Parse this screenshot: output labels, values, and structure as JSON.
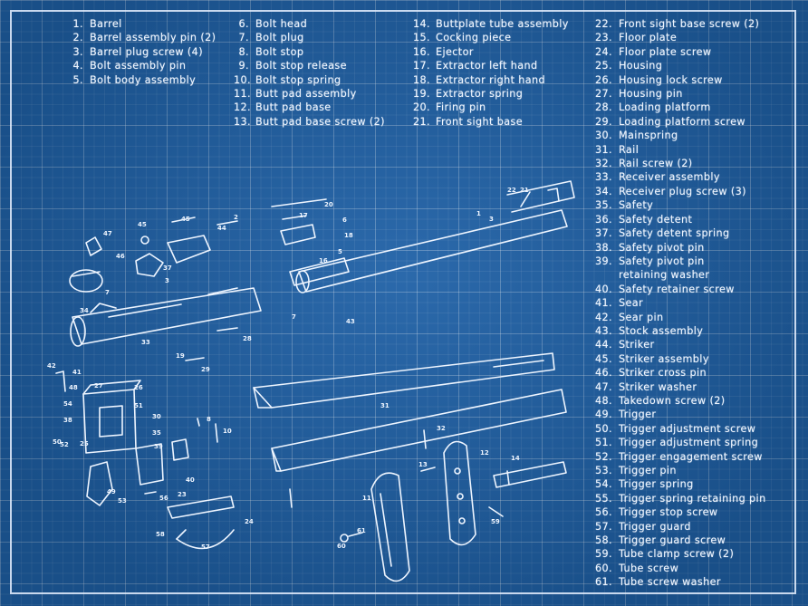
{
  "parts_list": {
    "column1": [
      {
        "num": "1.",
        "label": "Barrel"
      },
      {
        "num": "2.",
        "label": "Barrel assembly pin (2)"
      },
      {
        "num": "3.",
        "label": "Barrel plug screw (4)"
      },
      {
        "num": "4.",
        "label": "Bolt assembly pin"
      },
      {
        "num": "5.",
        "label": "Bolt body assembly"
      }
    ],
    "column2": [
      {
        "num": "6.",
        "label": "Bolt head"
      },
      {
        "num": "7.",
        "label": "Bolt plug"
      },
      {
        "num": "8.",
        "label": "Bolt stop"
      },
      {
        "num": "9.",
        "label": "Bolt stop release"
      },
      {
        "num": "10.",
        "label": "Bolt stop spring"
      },
      {
        "num": "11.",
        "label": "Butt pad assembly"
      },
      {
        "num": "12.",
        "label": "Butt pad base"
      },
      {
        "num": "13.",
        "label": "Butt pad base screw (2)"
      }
    ],
    "column3": [
      {
        "num": "14.",
        "label": "Buttplate tube assembly"
      },
      {
        "num": "15.",
        "label": "Cocking piece"
      },
      {
        "num": "16.",
        "label": "Ejector"
      },
      {
        "num": "17.",
        "label": "Extractor left hand"
      },
      {
        "num": "18.",
        "label": "Extractor right hand"
      },
      {
        "num": "19.",
        "label": "Extractor spring"
      },
      {
        "num": "20.",
        "label": "Firing pin"
      },
      {
        "num": "21.",
        "label": "Front sight base"
      }
    ],
    "column4": [
      {
        "num": "22.",
        "label": "Front sight base screw (2)"
      },
      {
        "num": "23.",
        "label": "Floor plate"
      },
      {
        "num": "24.",
        "label": "Floor plate screw"
      },
      {
        "num": "25.",
        "label": "Housing"
      },
      {
        "num": "26.",
        "label": "Housing lock screw"
      },
      {
        "num": "27.",
        "label": "Housing pin"
      },
      {
        "num": "28.",
        "label": "Loading platform"
      },
      {
        "num": "29.",
        "label": "Loading platform screw"
      },
      {
        "num": "30.",
        "label": "Mainspring"
      },
      {
        "num": "31.",
        "label": "Rail"
      },
      {
        "num": "32.",
        "label": "Rail screw (2)"
      },
      {
        "num": "33.",
        "label": "Receiver assembly"
      },
      {
        "num": "34.",
        "label": "Receiver plug screw (3)"
      },
      {
        "num": "35.",
        "label": "Safety"
      },
      {
        "num": "36.",
        "label": "Safety detent"
      },
      {
        "num": "37.",
        "label": "Safety detent spring"
      },
      {
        "num": "38.",
        "label": "Safety pivot pin"
      },
      {
        "num": "39.",
        "label": "Safety pivot pin"
      },
      {
        "num": "",
        "label": "retaining washer"
      },
      {
        "num": "40.",
        "label": "Safety retainer screw"
      },
      {
        "num": "41.",
        "label": "Sear"
      },
      {
        "num": "42.",
        "label": "Sear pin"
      },
      {
        "num": "43.",
        "label": "Stock assembly"
      },
      {
        "num": "44.",
        "label": "Striker"
      },
      {
        "num": "45.",
        "label": "Striker assembly"
      },
      {
        "num": "46.",
        "label": "Striker cross pin"
      },
      {
        "num": "47.",
        "label": "Striker washer"
      },
      {
        "num": "48.",
        "label": "Takedown screw (2)"
      },
      {
        "num": "49.",
        "label": "Trigger"
      },
      {
        "num": "50.",
        "label": "Trigger adjustment screw"
      },
      {
        "num": "51.",
        "label": "Trigger adjustment spring"
      },
      {
        "num": "52.",
        "label": "Trigger engagement screw"
      },
      {
        "num": "53.",
        "label": "Trigger pin"
      },
      {
        "num": "54.",
        "label": "Trigger spring"
      },
      {
        "num": "55.",
        "label": "Trigger spring retaining pin"
      },
      {
        "num": "56.",
        "label": "Trigger stop screw"
      },
      {
        "num": "57.",
        "label": "Trigger guard"
      },
      {
        "num": "58.",
        "label": "Trigger guard screw"
      },
      {
        "num": "59.",
        "label": "Tube clamp screw (2)"
      },
      {
        "num": "60.",
        "label": "Tube screw"
      },
      {
        "num": "61.",
        "label": "Tube screw washer"
      }
    ]
  },
  "callouts": {
    "c1": "1",
    "c2": "2",
    "c3": "3",
    "c5": "5",
    "c6": "6",
    "c7": "7",
    "c8": "8",
    "c10": "10",
    "c11": "11",
    "c12": "12",
    "c13": "13",
    "c14": "14",
    "c16": "16",
    "c17": "17",
    "c18": "18",
    "c19": "19",
    "c20": "20",
    "c21": "21",
    "c22": "22",
    "c23": "23",
    "c24": "24",
    "c25": "25",
    "c26": "26",
    "c27": "27",
    "c28": "28",
    "c29": "29",
    "c30": "30",
    "c31": "31",
    "c32": "32",
    "c33": "33",
    "c34": "34",
    "c35": "35",
    "c37": "37",
    "c38": "38",
    "c39": "39",
    "c40": "40",
    "c41": "41",
    "c42": "42",
    "c43": "43",
    "c44": "44",
    "c45": "45",
    "c46": "46",
    "c47": "47",
    "c48": "48",
    "c49": "49",
    "c50": "50",
    "c51": "51",
    "c52": "52",
    "c53": "53",
    "c54": "54",
    "c56": "56",
    "c57": "57",
    "c58": "58",
    "c59": "59",
    "c60": "60",
    "c61": "61"
  },
  "colors": {
    "background": "#1e60a6",
    "line": "#eef5ff"
  }
}
